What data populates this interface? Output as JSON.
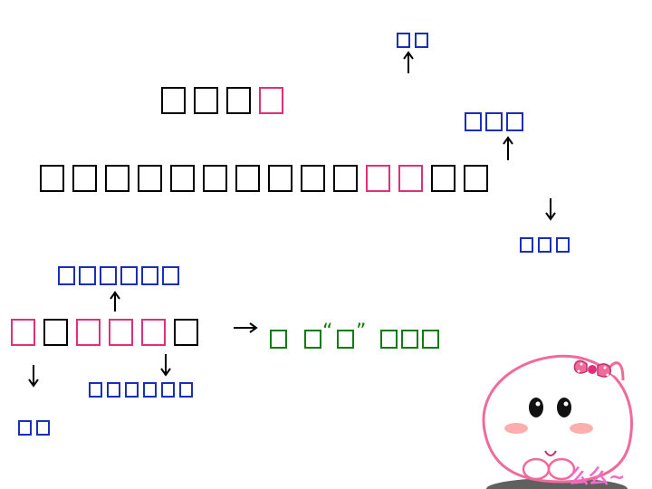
{
  "title_row": {
    "black_count": 3,
    "pink_count": 1
  },
  "main_row": {
    "black_before": 10,
    "pink_count": 2,
    "black_after": 2
  },
  "top_small": {
    "count": 2
  },
  "mid_right_label": {
    "count": 3
  },
  "lower_right_label": {
    "count": 3
  },
  "left_top_label": {
    "count": 6
  },
  "bottom_row": {
    "pink_a": 1,
    "black_a": 1,
    "pink_b": 3,
    "black_b": 1
  },
  "bottom_left_label": {
    "count": 2
  },
  "bottom_mid_label": {
    "count": 6
  },
  "green_phrase": {
    "quote_open": "“",
    "quote_close": "”",
    "tail_count": 3
  },
  "mascot_text": "么么~",
  "colors": {
    "black": "#000000",
    "pink": "#e0307a",
    "blue": "#1a2fb8",
    "green": "#127a12"
  }
}
